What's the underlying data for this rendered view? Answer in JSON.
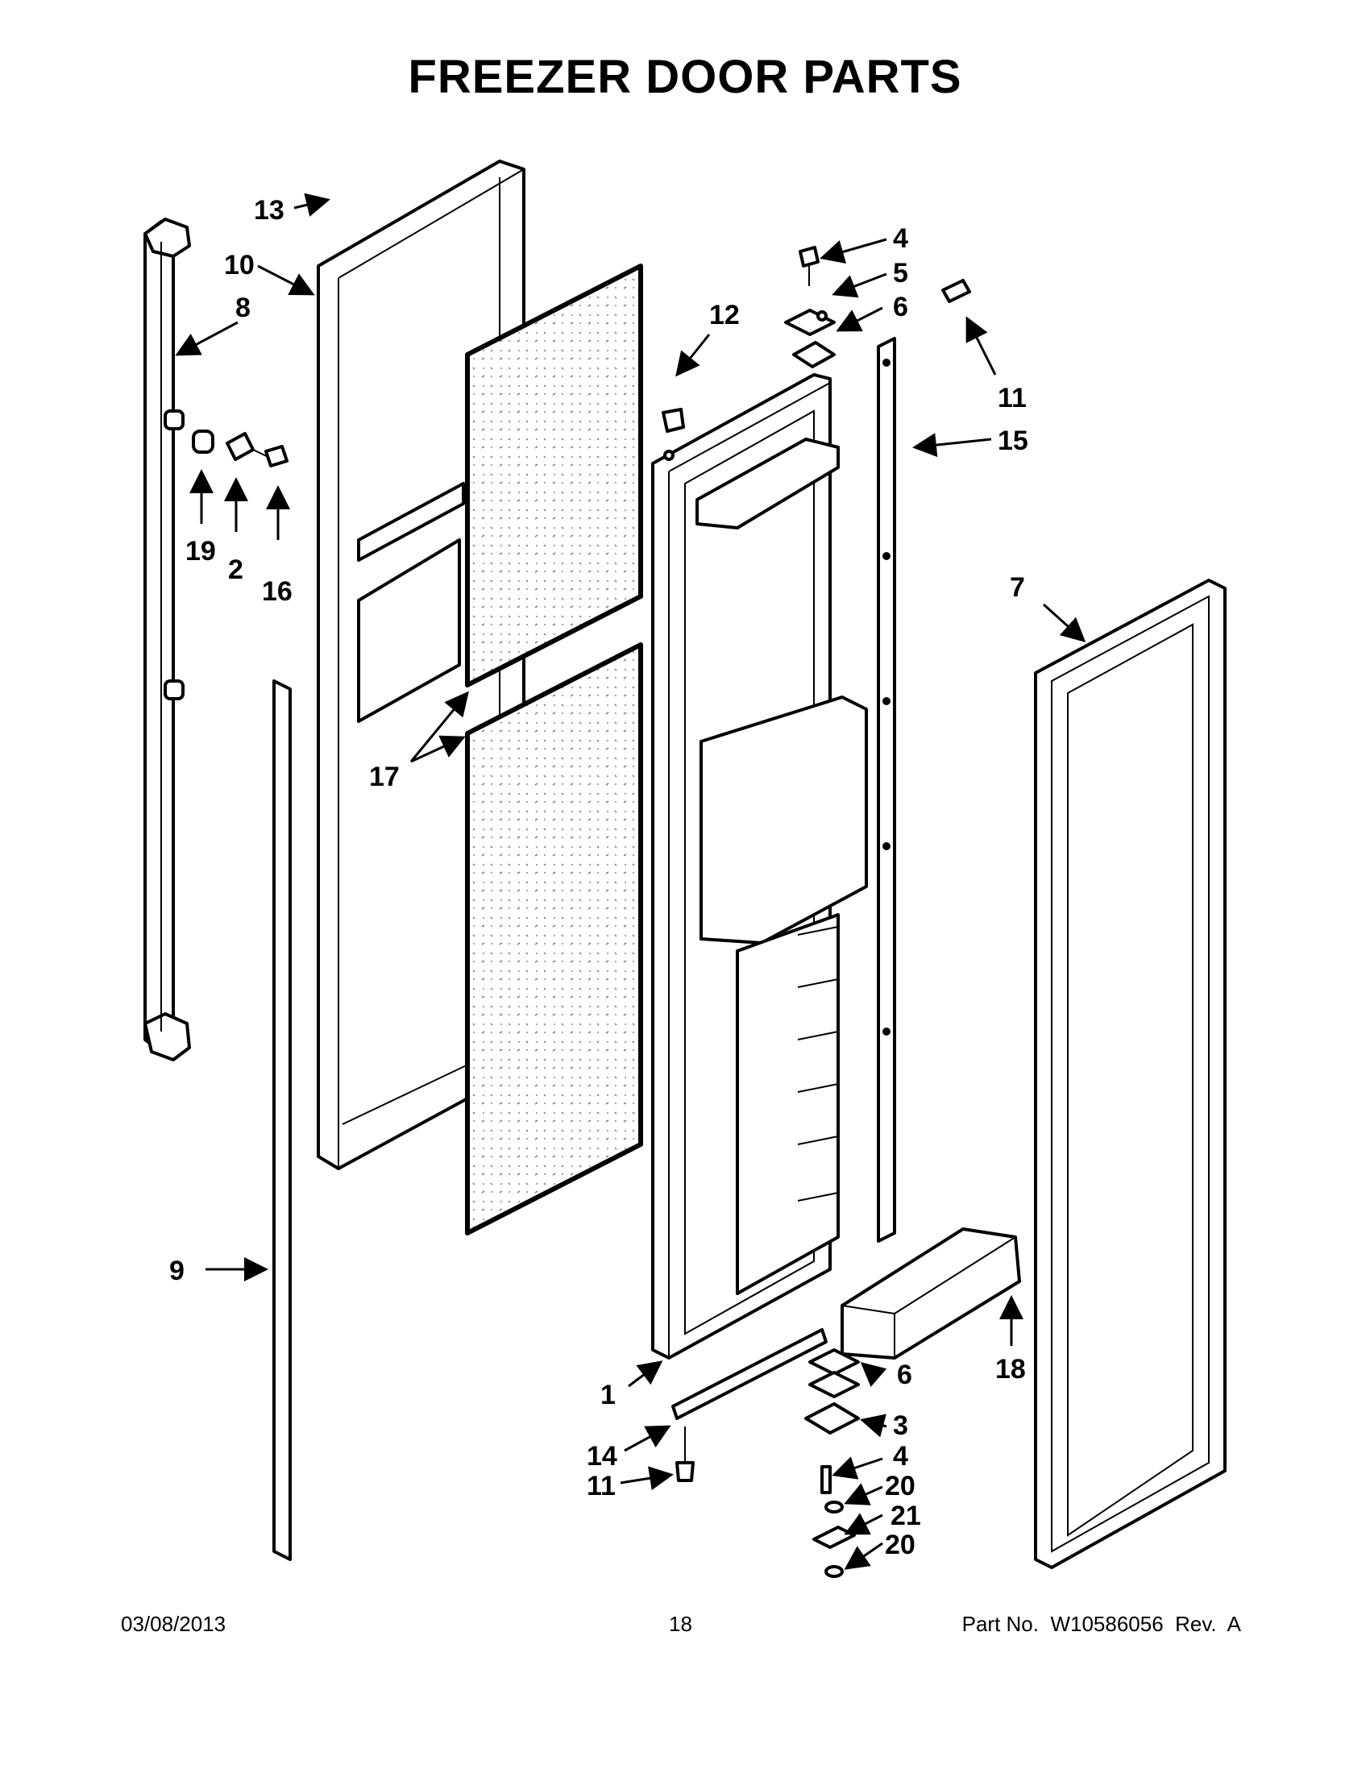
{
  "page": {
    "title": "FREEZER DOOR PARTS",
    "footer": {
      "date": "03/08/2013",
      "page_number": "18",
      "part_number": "Part No.  W10586056  Rev.  A"
    }
  },
  "callouts": {
    "c1": "1",
    "c2": "2",
    "c3": "3",
    "c4a": "4",
    "c4b": "4",
    "c5": "5",
    "c6a": "6",
    "c6b": "6",
    "c7": "7",
    "c8": "8",
    "c9": "9",
    "c10": "10",
    "c11a": "11",
    "c11b": "11",
    "c12": "12",
    "c13": "13",
    "c14": "14",
    "c15": "15",
    "c16": "16",
    "c17": "17",
    "c18": "18",
    "c19": "19",
    "c20a": "20",
    "c20b": "20",
    "c21": "21"
  }
}
